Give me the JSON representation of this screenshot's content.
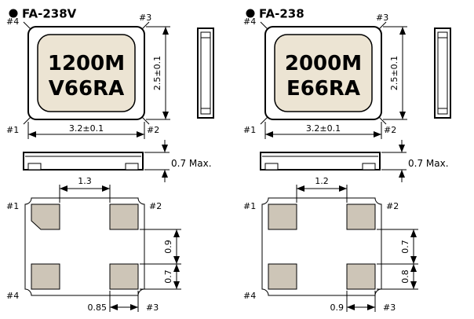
{
  "colors": {
    "background": "#ffffff",
    "stroke": "#000000",
    "lid_fill": "#ece4d3",
    "pad_fill": "#cdc5b7"
  },
  "parts": [
    {
      "title": "FA-238V",
      "top_view": {
        "marking_line1": "1200M",
        "marking_line2": "V66RA",
        "pins": {
          "top_left": "#4",
          "top_right": "#3",
          "bottom_left": "#1",
          "bottom_right": "#2"
        },
        "width_dim": "3.2±0.1",
        "height_dim": "2.5±0.1"
      },
      "profile_view": {
        "thickness_dim": "0.7 Max."
      },
      "bottom_view": {
        "pins": {
          "top_left": "#1",
          "top_right": "#2",
          "bottom_left": "#4",
          "bottom_right": "#3"
        },
        "pad_gap_dim": "1.3",
        "side_gap_dim": "0.9",
        "pad_height_dim": "0.7",
        "pad_width_dim": "0.85"
      }
    },
    {
      "title": "FA-238",
      "top_view": {
        "marking_line1": "2000M",
        "marking_line2": "E66RA",
        "pins": {
          "top_left": "#4",
          "top_right": "#3",
          "bottom_left": "#1",
          "bottom_right": "#2"
        },
        "width_dim": "3.2±0.1",
        "height_dim": "2.5±0.1"
      },
      "profile_view": {
        "thickness_dim": "0.7 Max."
      },
      "bottom_view": {
        "pins": {
          "top_left": "#1",
          "top_right": "#2",
          "bottom_left": "#4",
          "bottom_right": "#3"
        },
        "pad_gap_dim": "1.2",
        "side_gap_dim": "0.7",
        "pad_height_dim": "0.8",
        "pad_width_dim": "0.9"
      }
    }
  ]
}
